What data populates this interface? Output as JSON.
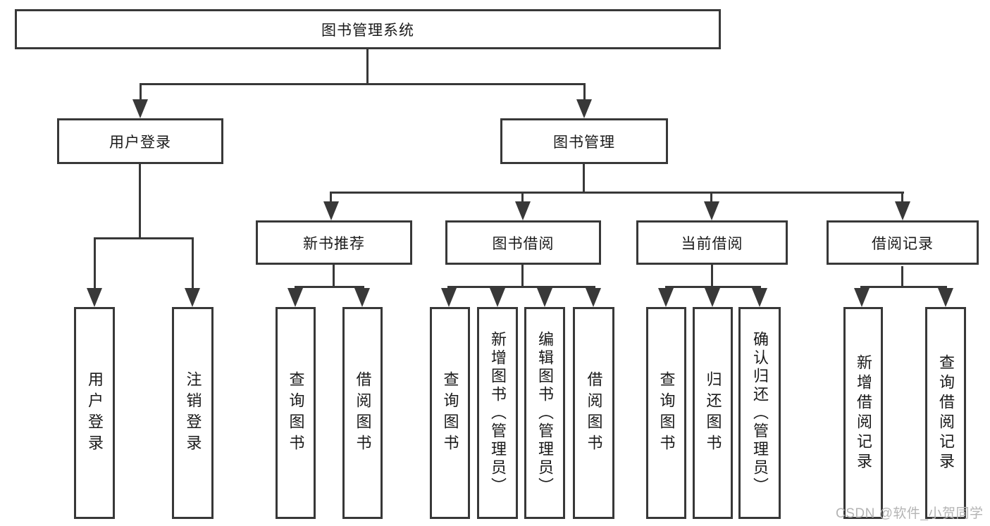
{
  "diagram": {
    "root": {
      "label": "图书管理系统"
    },
    "branches": [
      {
        "label": "用户登录",
        "children": [
          {
            "label": "用户登录"
          },
          {
            "label": "注销登录"
          }
        ]
      },
      {
        "label": "图书管理",
        "children": [
          {
            "label": "新书推荐",
            "children": [
              {
                "label": "查询图书"
              },
              {
                "label": "借阅图书"
              }
            ]
          },
          {
            "label": "图书借阅",
            "children": [
              {
                "label": "查询图书"
              },
              {
                "label": "新增图书（管理员）"
              },
              {
                "label": "编辑图书（管理员）"
              },
              {
                "label": "借阅图书"
              }
            ]
          },
          {
            "label": "当前借阅",
            "children": [
              {
                "label": "查询图书"
              },
              {
                "label": "归还图书"
              },
              {
                "label": "确认归还（管理员）"
              }
            ]
          },
          {
            "label": "借阅记录",
            "children": [
              {
                "label": "新增借阅记录"
              },
              {
                "label": "查询借阅记录"
              }
            ]
          }
        ]
      }
    ]
  },
  "watermark": {
    "text": "CSDN @软件_小贺同学",
    "color": "#b4b4b4"
  },
  "colors": {
    "line": "#383838",
    "text": "#1a1a1a",
    "background": "#ffffff"
  }
}
